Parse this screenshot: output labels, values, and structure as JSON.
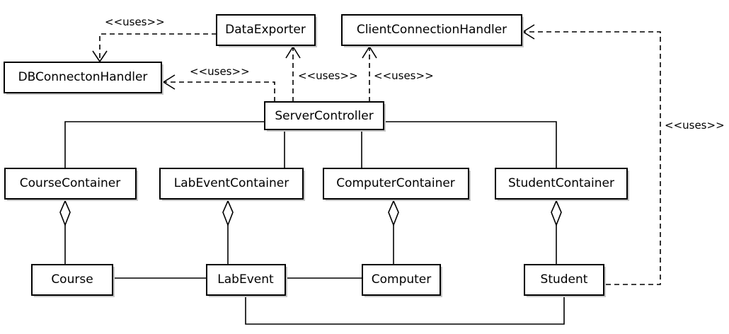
{
  "classes": {
    "data_exporter": "DataExporter",
    "client_connection_handler": "ClientConnectionHandler",
    "db_connection_handler": "DBConnectonHandler",
    "server_controller": "ServerController",
    "course_container": "CourseContainer",
    "lab_event_container": "LabEventContainer",
    "computer_container": "ComputerContainer",
    "student_container": "StudentContainer",
    "course": "Course",
    "lab_event": "LabEvent",
    "computer": "Computer",
    "student": "Student"
  },
  "stereotypes": {
    "exporter_db": "<<uses>>",
    "server_db": "<<uses>>",
    "server_exporter": "<<uses>>",
    "server_client": "<<uses>>",
    "student_client": "<<uses>>"
  }
}
